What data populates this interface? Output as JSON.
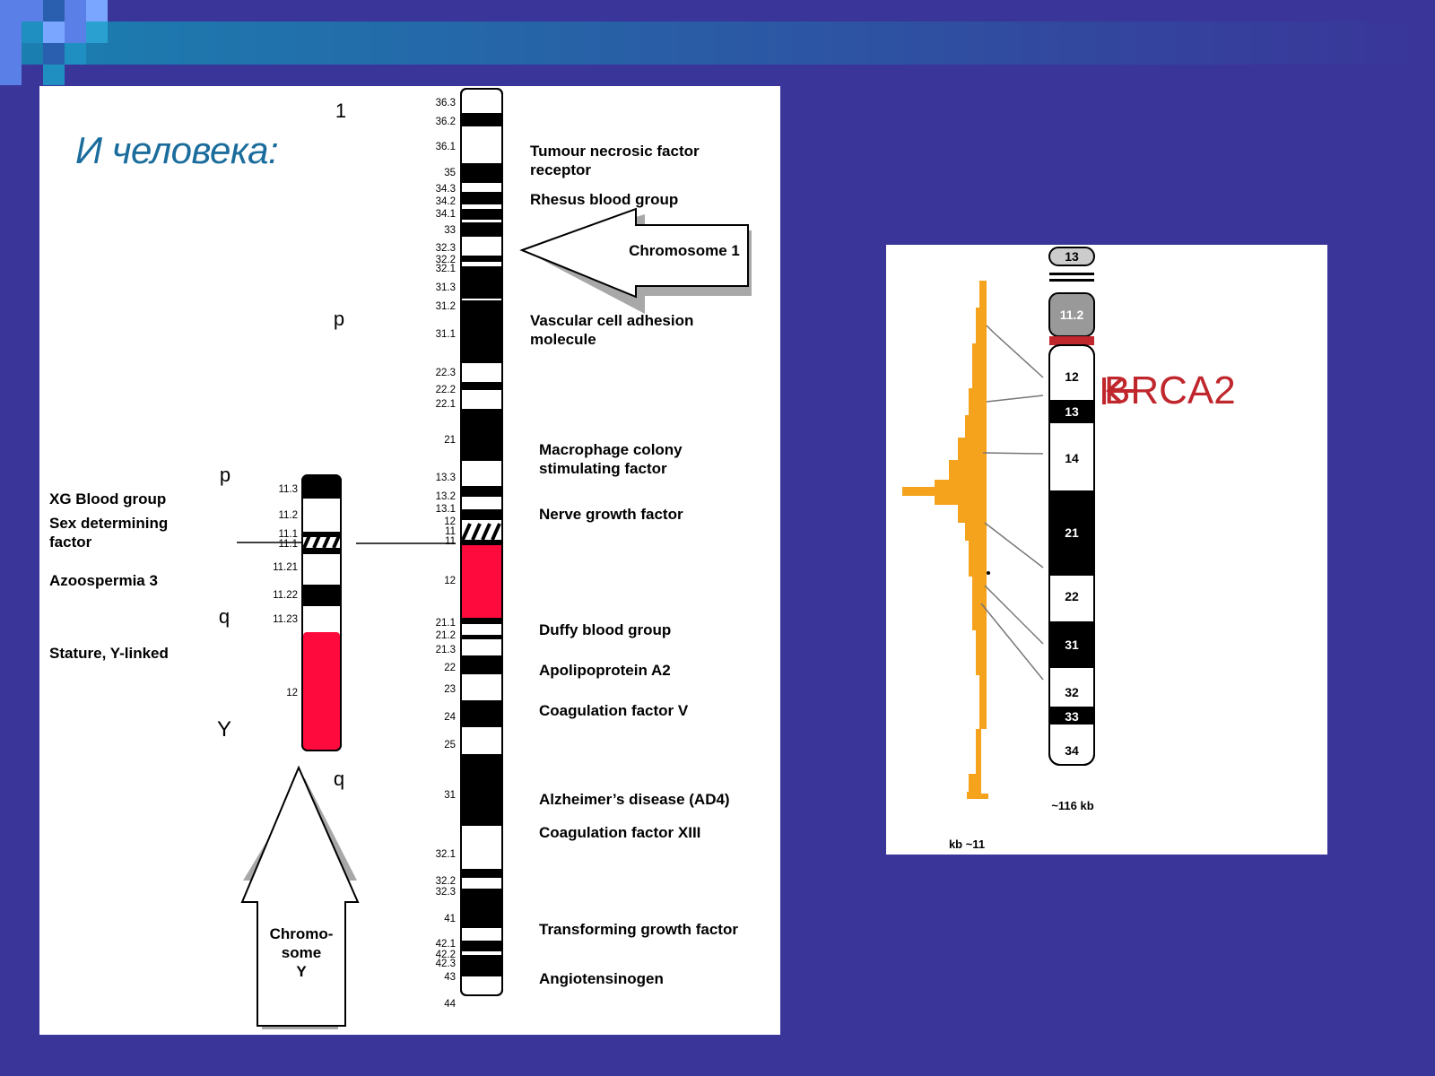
{
  "slide": {
    "title": "И человека:",
    "colors": {
      "background": "#3a3599",
      "panel": "#ffffff",
      "band_dark": "#000000",
      "band_red": "#ff0a3c",
      "profile": "#f5a21c",
      "brca_label": "#c0272d",
      "title": "#1a6c9c"
    }
  },
  "chromosome1": {
    "label": "1",
    "p_arm_label": "p",
    "q_arm_label": "q",
    "bands": [
      "36.3",
      "36.2",
      "36.1",
      "35",
      "34.3",
      "34.2",
      "34.1",
      "33",
      "32.3",
      "32.2",
      "32.1",
      "31.3",
      "31.2",
      "31.1",
      "22.3",
      "22.2",
      "22.1",
      "21",
      "13.3",
      "13.2",
      "13.1",
      "12",
      "11",
      "11",
      "12",
      "21.1",
      "21.2",
      "21.3",
      "22",
      "23",
      "24",
      "25",
      "31",
      "32.1",
      "32.2",
      "32.3",
      "41",
      "42.1",
      "42.2",
      "42.3",
      "43",
      "44"
    ],
    "genes": [
      "Tumour necrosic factor",
      "receptor",
      "Rhesus blood group",
      "Vascular cell adhesion",
      "molecule",
      "Macrophage colony",
      "stimulating factor",
      "Nerve growth factor",
      "Duffy blood group",
      "Apolipoprotein A2",
      "Coagulation factor V",
      "Alzheimer’s disease (AD4)",
      "Coagulation factor XIII",
      "Transforming growth factor",
      "Angiotensinogen"
    ],
    "arrow_label": "Chromosome 1"
  },
  "chromosomeY": {
    "label": "Y",
    "p_arm_label": "p",
    "q_arm_label": "q",
    "bands": [
      "11.3",
      "11.2",
      "11.1",
      "11.1",
      "11.21",
      "11.22",
      "11.23",
      "12"
    ],
    "genes": [
      "XG Blood group",
      "Sex determining",
      "factor",
      "Azoospermia 3",
      "Stature, Y-linked"
    ],
    "arrow_label": [
      "Chromo-",
      "some",
      "Y"
    ]
  },
  "brca2": {
    "label": "BRCA2",
    "bands": [
      "13",
      "11.2",
      "12",
      "13",
      "14",
      "21",
      "22",
      "31",
      "32",
      "33",
      "34"
    ],
    "scale_labels": [
      "~116 kb",
      "kb ~11"
    ]
  }
}
